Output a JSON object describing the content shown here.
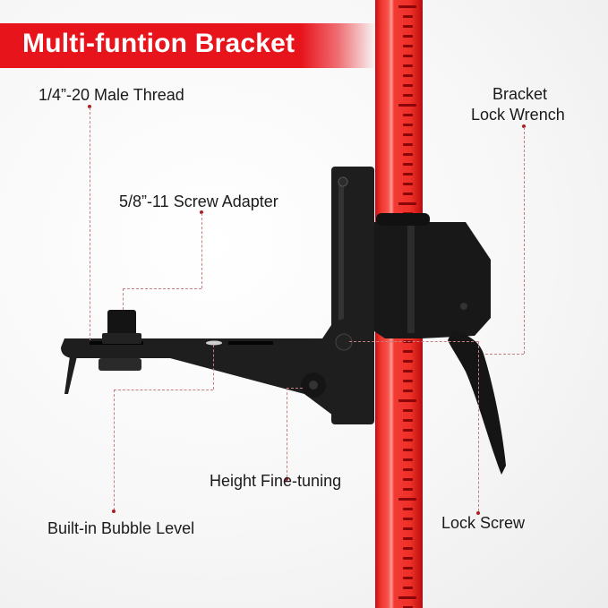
{
  "banner": {
    "title": "Multi-funtion Bracket",
    "color": "#e8141c"
  },
  "labels": {
    "male_thread": "1/4”-20 Male Thread",
    "screw_adapter": "5/8”-11 Screw Adapter",
    "bracket_lock_line1": "Bracket",
    "bracket_lock_line2": "Lock Wrench",
    "height_fine_tuning": "Height Fine-tuning",
    "bubble_level": "Built-in Bubble Level",
    "lock_screw": "Lock Screw"
  },
  "colors": {
    "pole_red": "#ee2f28",
    "bracket_black": "#1c1c1c",
    "leader_line": "#c48080"
  }
}
